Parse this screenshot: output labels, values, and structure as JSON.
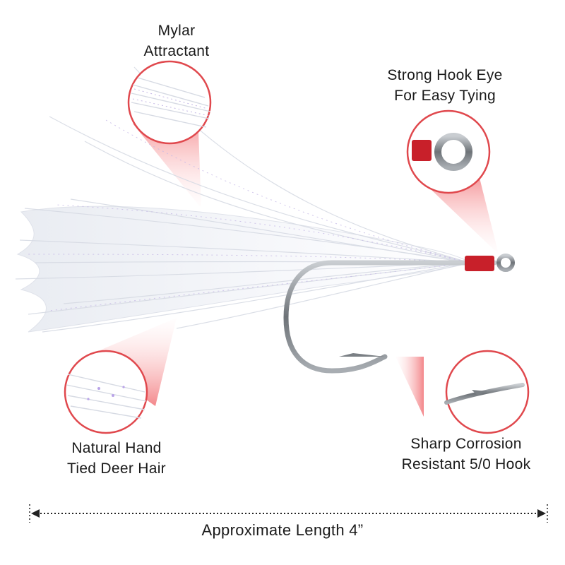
{
  "callouts": {
    "mylar": {
      "line1": "Mylar",
      "line2": "Attractant"
    },
    "hook_eye": {
      "line1": "Strong Hook Eye",
      "line2": "For Easy Tying"
    },
    "deer_hair": {
      "line1": "Natural Hand",
      "line2": "Tied Deer Hair"
    },
    "hook": {
      "line1": "Sharp Corrosion",
      "line2": "Resistant 5/0 Hook"
    }
  },
  "length_label": "Approximate Length 4”",
  "colors": {
    "accent_red": "#e8454a",
    "thread_red": "#c8202a",
    "hair_white": "#ffffff",
    "hook_metal": "#8a8e92"
  }
}
